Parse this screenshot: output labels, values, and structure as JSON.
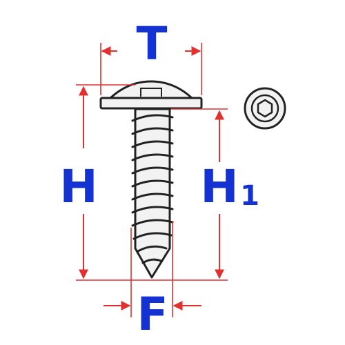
{
  "diagram": {
    "labels": {
      "head_diameter": "T",
      "total_height": "H",
      "thread_length": "H",
      "thread_length_subscript": "1",
      "thread_diameter": "F"
    },
    "colors": {
      "dimension_line": "#e03030",
      "label": "#1432d2",
      "outline": "#222222",
      "fill": "#f2f2f2"
    },
    "drive_icon": "hex-socket-icon"
  }
}
